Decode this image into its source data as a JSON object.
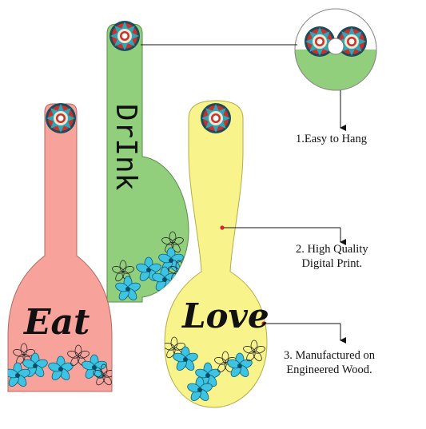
{
  "product": {
    "pieces": [
      {
        "word": "Eat",
        "color": "#f7a39c"
      },
      {
        "word": "DrInk",
        "color": "#92cf7d"
      },
      {
        "word": "Love",
        "color": "#f8f38a"
      }
    ]
  },
  "features": [
    {
      "lines": [
        "1.Easy to Hang"
      ]
    },
    {
      "lines": [
        "2. High Quality",
        "Digital Print."
      ]
    },
    {
      "lines": [
        "3. Manufactured on",
        "Engineered Wood."
      ]
    }
  ],
  "colors": {
    "pink": "#f7a39c",
    "green": "#92cf7d",
    "yellow": "#f8f38a",
    "flower_cyan": "#3ec3e3",
    "mandala_red": "#c8322b",
    "mandala_teal": "#2aa7b8",
    "ink": "#111111"
  },
  "icons": [
    "mandala-icon",
    "flower-pattern-icon",
    "arrow-down-icon",
    "callout-dot-icon"
  ]
}
